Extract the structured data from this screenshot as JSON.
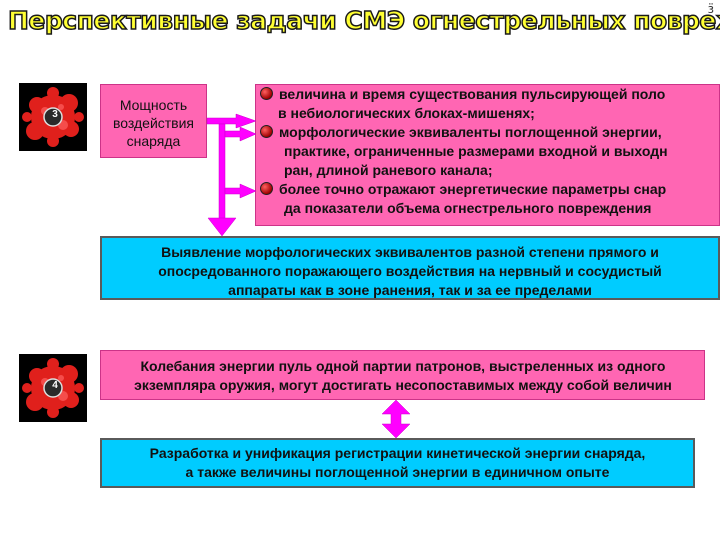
{
  "title": "Перспективные задачи СМЭ огнестрельных повреждений",
  "corner_mark": "ӟ",
  "icon1": {
    "number": "3"
  },
  "icon2": {
    "number": "4"
  },
  "impact_box": {
    "line1": "Мощность",
    "line2": "воздействия",
    "line3": "снаряда"
  },
  "bullets": {
    "b1_l1": "величина и время существования пульсирующей поло",
    "b1_l2": "в небиологических блоках-мишенях;",
    "b2_l1": "морфологические эквиваленты поглощенной энергии,",
    "b2_l2": "практике, ограниченные размерами входной и выходн",
    "b2_l3": "ран, длиной раневого канала;",
    "b3_l1": "более точно отражают энергетические параметры снар",
    "b3_l2": "да показатели объема огнестрельного повреждения"
  },
  "identify_box": {
    "line1": "Выявление морфологических эквивалентов разной степени прямого и",
    "line2": "опосредованного поражающего воздействия на нервный и сосудистый",
    "line3": "аппараты как в зоне ранения, так и за ее пределами"
  },
  "fluctuation": {
    "line1": "Колебания энергии пуль одной партии патронов, выстреленных из одного",
    "line2": "экземпляра оружия, могут достигать несопоставимых между собой величин"
  },
  "unify_box": {
    "line1": "Разработка и унификация регистрации кинетической энергии снаряда,",
    "line2": "а также величины поглощенной энергии в единичном опыте"
  },
  "colors": {
    "accent_pink": "#ff66b3",
    "box_cyan": "#00ccff",
    "arrow_magenta": "#ff00ff",
    "title_yellow": "#ffff33"
  }
}
